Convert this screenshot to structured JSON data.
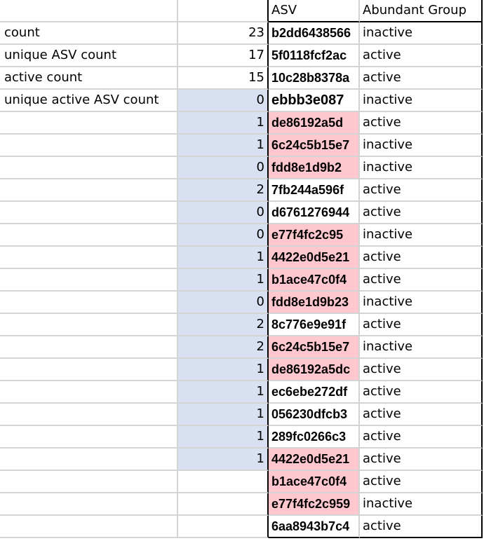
{
  "header": {
    "asv": "ASV",
    "group": "Abundant Group"
  },
  "labels": [
    "count",
    "unique ASV count",
    "active count",
    "unique active ASV count"
  ],
  "rows": [
    {
      "label": "count",
      "b": "23",
      "asv": "b2dd6438566",
      "group": "inactive",
      "pink": false,
      "blue": false
    },
    {
      "label": "unique ASV count",
      "b": "17",
      "asv": "5f0118fcf2ac",
      "group": "active",
      "pink": false,
      "blue": false
    },
    {
      "label": "active count",
      "b": "15",
      "asv": "10c28b8378a",
      "group": "active",
      "pink": false,
      "blue": false
    },
    {
      "label": "unique active ASV count",
      "b": "0",
      "asv": "ebbb3e087",
      "group": "inactive",
      "pink": false,
      "blue": true
    },
    {
      "label": "",
      "b": "1",
      "asv": "de86192a5d",
      "group": "active",
      "pink": true,
      "blue": true
    },
    {
      "label": "",
      "b": "1",
      "asv": "6c24c5b15e7",
      "group": "inactive",
      "pink": true,
      "blue": true
    },
    {
      "label": "",
      "b": "0",
      "asv": "fdd8e1d9b2",
      "group": "inactive",
      "pink": true,
      "blue": true
    },
    {
      "label": "",
      "b": "2",
      "asv": "7fb244a596f",
      "group": "active",
      "pink": false,
      "blue": true
    },
    {
      "label": "",
      "b": "0",
      "asv": "d6761276944",
      "group": "active",
      "pink": false,
      "blue": true
    },
    {
      "label": "",
      "b": "0",
      "asv": "e77f4fc2c95",
      "group": "inactive",
      "pink": true,
      "blue": true
    },
    {
      "label": "",
      "b": "1",
      "asv": "4422e0d5e21",
      "group": "active",
      "pink": true,
      "blue": true
    },
    {
      "label": "",
      "b": "1",
      "asv": "b1ace47c0f4",
      "group": "active",
      "pink": true,
      "blue": true
    },
    {
      "label": "",
      "b": "0",
      "asv": "fdd8e1d9b23",
      "group": "inactive",
      "pink": true,
      "blue": true
    },
    {
      "label": "",
      "b": "2",
      "asv": "8c776e9e91f",
      "group": "active",
      "pink": false,
      "blue": true
    },
    {
      "label": "",
      "b": "2",
      "asv": "6c24c5b15e7",
      "group": "inactive",
      "pink": true,
      "blue": true
    },
    {
      "label": "",
      "b": "1",
      "asv": "de86192a5dc",
      "group": "active",
      "pink": true,
      "blue": true
    },
    {
      "label": "",
      "b": "1",
      "asv": "ec6ebe272df",
      "group": "active",
      "pink": false,
      "blue": true
    },
    {
      "label": "",
      "b": "1",
      "asv": "056230dfcb3",
      "group": "active",
      "pink": false,
      "blue": true
    },
    {
      "label": "",
      "b": "1",
      "asv": "289fc0266c3",
      "group": "active",
      "pink": false,
      "blue": true
    },
    {
      "label": "",
      "b": "1",
      "asv": "4422e0d5e21",
      "group": "active",
      "pink": true,
      "blue": true
    },
    {
      "label": "",
      "b": "",
      "asv": "b1ace47c0f4",
      "group": "active",
      "pink": true,
      "blue": false
    },
    {
      "label": "",
      "b": "",
      "asv": "e77f4fc2c959",
      "group": "inactive",
      "pink": true,
      "blue": false
    },
    {
      "label": "",
      "b": "",
      "asv": "6aa8943b7c4",
      "group": "active",
      "pink": false,
      "blue": false
    }
  ],
  "colors": {
    "blue_fill": "#d9e0f1",
    "pink_fill": "#ffc7ce",
    "gridline": "#d4d4d4"
  }
}
